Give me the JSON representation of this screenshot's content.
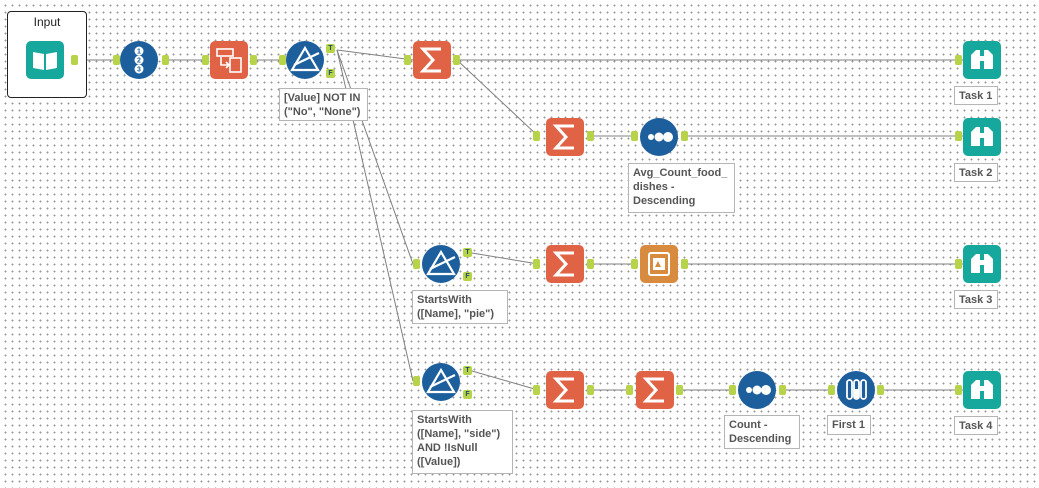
{
  "container": {
    "title": "Input"
  },
  "filters": {
    "f1": "[Value] NOT IN\n(\"No\", \"None\")",
    "f2": "StartsWith\n([Name], \"pie\")",
    "f3": "StartsWith\n([Name], \"side\")\nAND !IsNull\n([Value])"
  },
  "sorts": {
    "s1": "Avg_Count_food_\ndishes -\nDescending",
    "s2": "Count -\nDescending"
  },
  "sample": {
    "label": "First 1"
  },
  "browses": {
    "t1": "Task 1",
    "t2": "Task 2",
    "t3": "Task 3",
    "t4": "Task 4"
  },
  "anchor_letters": {
    "true": "T",
    "false": "F"
  },
  "colors": {
    "blue_tool": "#1d5f9c",
    "summarize": "#e06346",
    "report": "#d88a3e",
    "browse": "#16a89d",
    "anchor": "#b7d34a"
  }
}
